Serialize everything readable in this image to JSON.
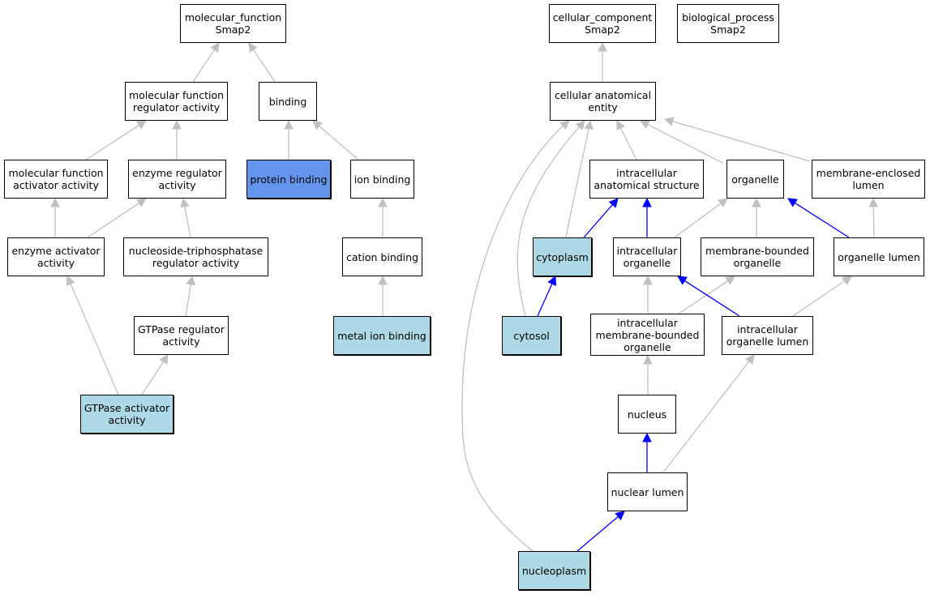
{
  "colors": {
    "edge_default": "#c0c0c0",
    "edge_highlight": "#0000ff",
    "node_fill": "#ffffff",
    "node_highlight_light": "#add8e6",
    "node_highlight_blue": "#6495ed"
  },
  "nodes": {
    "mf_smap2": "molecular_function\nSmap2",
    "mf_regulator": "molecular function\nregulator activity",
    "binding": "binding",
    "mf_activator": "molecular function\nactivator activity",
    "enzyme_regulator": "enzyme regulator\nactivity",
    "protein_binding": "protein binding",
    "ion_binding": "ion binding",
    "enzyme_activator": "enzyme activator\nactivity",
    "ntpase_regulator": "nucleoside-triphosphatase\nregulator activity",
    "cation_binding": "cation binding",
    "gtpase_regulator": "GTPase regulator\nactivity",
    "metal_ion_binding": "metal ion binding",
    "gtpase_activator": "GTPase activator\nactivity",
    "cc_smap2": "cellular_component\nSmap2",
    "bp_smap2": "biological_process\nSmap2",
    "cell_anat_entity": "cellular anatomical\nentity",
    "intracell_anat_struct": "intracellular\nanatomical structure",
    "organelle": "organelle",
    "membrane_enclosed_lumen": "membrane-enclosed\nlumen",
    "cytoplasm": "cytoplasm",
    "intracell_organelle": "intracellular\norganelle",
    "membrane_bounded_organelle": "membrane-bounded\norganelle",
    "organelle_lumen": "organelle lumen",
    "cytosol": "cytosol",
    "intracell_mb_organelle": "intracellular\nmembrane-bounded\norganelle",
    "intracell_organelle_lumen": "intracellular\norganelle lumen",
    "nucleus": "nucleus",
    "nuclear_lumen": "nuclear lumen",
    "nucleoplasm": "nucleoplasm"
  }
}
